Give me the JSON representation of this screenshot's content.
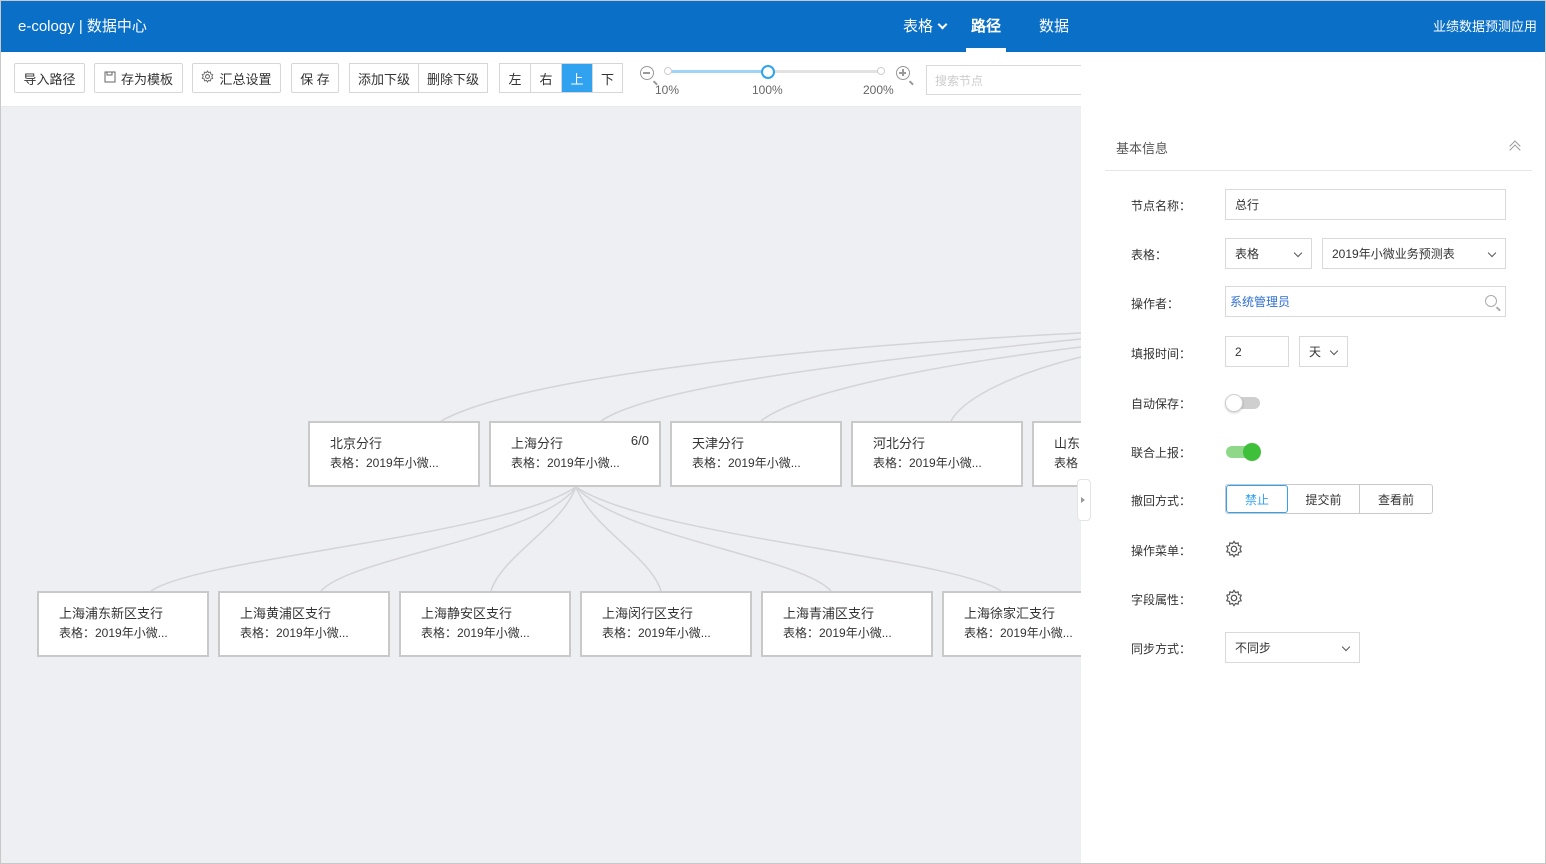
{
  "header": {
    "brand": "e-cology | 数据中心",
    "nav": [
      {
        "label": "表格",
        "dropdown": true
      },
      {
        "label": "路径",
        "active": true
      },
      {
        "label": "数据"
      }
    ],
    "right_text": "业绩数据预测应用",
    "colors": {
      "bar": "#0a6fc6",
      "accent": "#31a2ef",
      "toggle_on": "#3ec03a"
    }
  },
  "toolbar": {
    "import_path": "导入路径",
    "save_template": "存为模板",
    "summary_settings": "汇总设置",
    "save": "保 存",
    "add_child": "添加下级",
    "delete_child": "删除下级",
    "direction": [
      "左",
      "右",
      "上",
      "下"
    ],
    "direction_selected": "上",
    "zoom": {
      "ticks": [
        "10%",
        "100%",
        "200%"
      ],
      "value": "100%"
    },
    "search_placeholder": "搜索节点"
  },
  "tree": {
    "level1": [
      {
        "title": "北京分行",
        "sub": "表格：2019年小微..."
      },
      {
        "title": "上海分行",
        "count": "6/0",
        "sub": "表格：2019年小微..."
      },
      {
        "title": "天津分行",
        "sub": "表格：2019年小微..."
      },
      {
        "title": "河北分行",
        "sub": "表格：2019年小微..."
      },
      {
        "title": "山东",
        "sub": "表格"
      }
    ],
    "level2": [
      {
        "title": "上海浦东新区支行",
        "sub": "表格：2019年小微..."
      },
      {
        "title": "上海黄浦区支行",
        "sub": "表格：2019年小微..."
      },
      {
        "title": "上海静安区支行",
        "sub": "表格：2019年小微..."
      },
      {
        "title": "上海闵行区支行",
        "sub": "表格：2019年小微..."
      },
      {
        "title": "上海青浦区支行",
        "sub": "表格：2019年小微..."
      },
      {
        "title": "上海徐家汇支行",
        "sub": "表格：2019年小微..."
      }
    ]
  },
  "panel": {
    "section_title": "基本信息",
    "node_name_label": "节点名称：",
    "node_name_value": "总行",
    "table_label": "表格：",
    "table_type": "表格",
    "table_value": "2019年小微业务预测表",
    "operator_label": "操作者：",
    "operator_value": "系统管理员",
    "fill_time_label": "填报时间：",
    "fill_time_value": "2",
    "fill_time_unit": "天",
    "auto_save_label": "自动保存：",
    "auto_save": false,
    "joint_report_label": "联合上报：",
    "joint_report": true,
    "withdraw_label": "撤回方式：",
    "withdraw_options": [
      "禁止",
      "提交前",
      "查看前"
    ],
    "withdraw_selected": "禁止",
    "op_menu_label": "操作菜单：",
    "field_attr_label": "字段属性：",
    "sync_label": "同步方式：",
    "sync_value": "不同步"
  }
}
